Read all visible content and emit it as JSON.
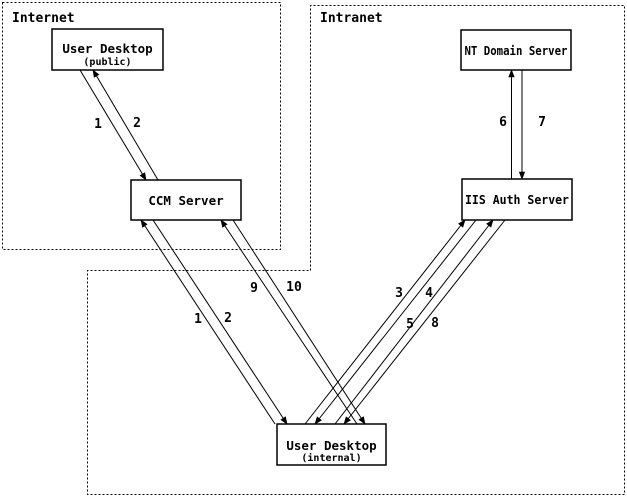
{
  "diagram": {
    "zones": {
      "internet": {
        "label": "Internet"
      },
      "intranet": {
        "label": "Intranet"
      }
    },
    "nodes": {
      "user_desktop_public": {
        "title": "User Desktop",
        "subtitle": "(public)"
      },
      "ccm_server": {
        "title": "CCM Server"
      },
      "nt_domain_server": {
        "title": "NT Domain Server"
      },
      "iis_auth_server": {
        "title": "IIS Auth Server"
      },
      "user_desktop_internal": {
        "title": "User Desktop",
        "subtitle": "(internal)"
      }
    },
    "flow_labels": {
      "internet_1": "1",
      "internet_2": "2",
      "ccm_1": "1",
      "ccm_2": "2",
      "ccm_9": "9",
      "ccm_10": "10",
      "iis_3": "3",
      "iis_4": "4",
      "iis_5": "5",
      "iis_8": "8",
      "nt_6": "6",
      "nt_7": "7"
    },
    "colors": {
      "line": "#000000",
      "background": "#ffffff"
    }
  }
}
